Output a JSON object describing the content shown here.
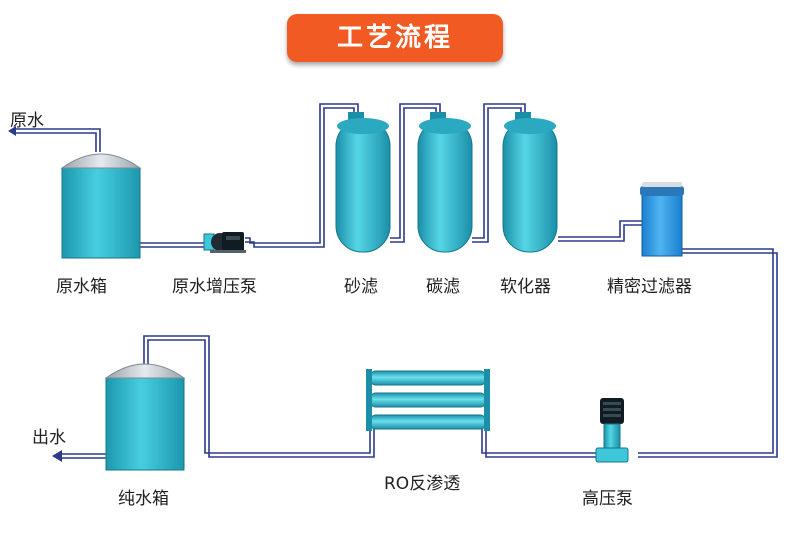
{
  "title": "工艺流程",
  "colors": {
    "title_bg": "#f15a22",
    "pipe": "#2b3a8c",
    "tank": "#3ec6d9",
    "tank_dark": "#1d97ad",
    "filter": "#3fc0d6"
  },
  "labels": {
    "raw_water_in": "原水",
    "raw_water_tank": "原水箱",
    "raw_water_pump": "原水增压泵",
    "sand_filter": "砂滤",
    "carbon_filter": "碳滤",
    "softener": "软化器",
    "precision_filter": "精密过滤器",
    "pure_water_out": "出水",
    "pure_water_tank": "纯水箱",
    "ro": "RO反渗透",
    "high_pressure_pump": "高压泵"
  }
}
